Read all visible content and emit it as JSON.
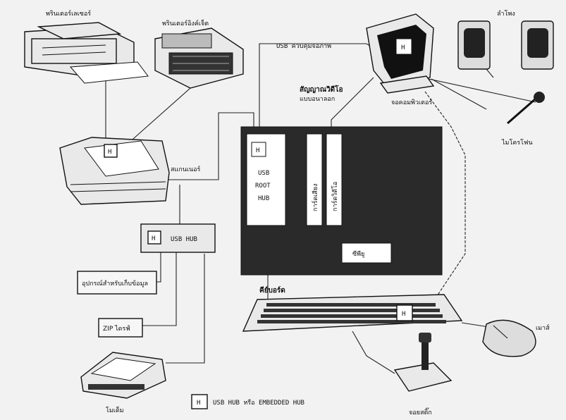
{
  "labels": {
    "laser_printer": "พรินเตอร์เลเซอร์",
    "inkjet_printer": "พรินเตอร์อิงค์เจ็ต",
    "scanner": "สแกนเนอร์",
    "usb_hub": "USB HUB",
    "storage_device": "อุปกรณ์สำหรับเก็บข้อมูล",
    "zip_drive": "ZIP ไดรฟ์",
    "modem": "โมเด็ม",
    "usb_monitor_control": "USB ควบคุมจอภาพ",
    "video_signal": "สัญญาณวิดีโอ",
    "video_signal_line2": "แบบอนาลอก",
    "monitor": "จอคอมพิวเตอร์",
    "speakers": "ลำโพง",
    "microphone": "ไมโครโฟน",
    "usb_root_hub_1": "USB",
    "usb_root_hub_2": "ROOT",
    "usb_root_hub_3": "HUB",
    "sound_card": "การ์ดเสียง",
    "video_card": "การ์ดวิดีโอ",
    "cpu": "ซีพียู",
    "keyboard": "คีย์บอร์ด",
    "mouse": "เมาส์",
    "joystick": "จอยสติ๊ก",
    "legend": "USB HUB หรือ EMBEDDED HUB",
    "hub_mark": "H"
  },
  "colors": {
    "computer_body": "#2a2a2a",
    "background": "#f2f2f2",
    "line": "#222222"
  }
}
